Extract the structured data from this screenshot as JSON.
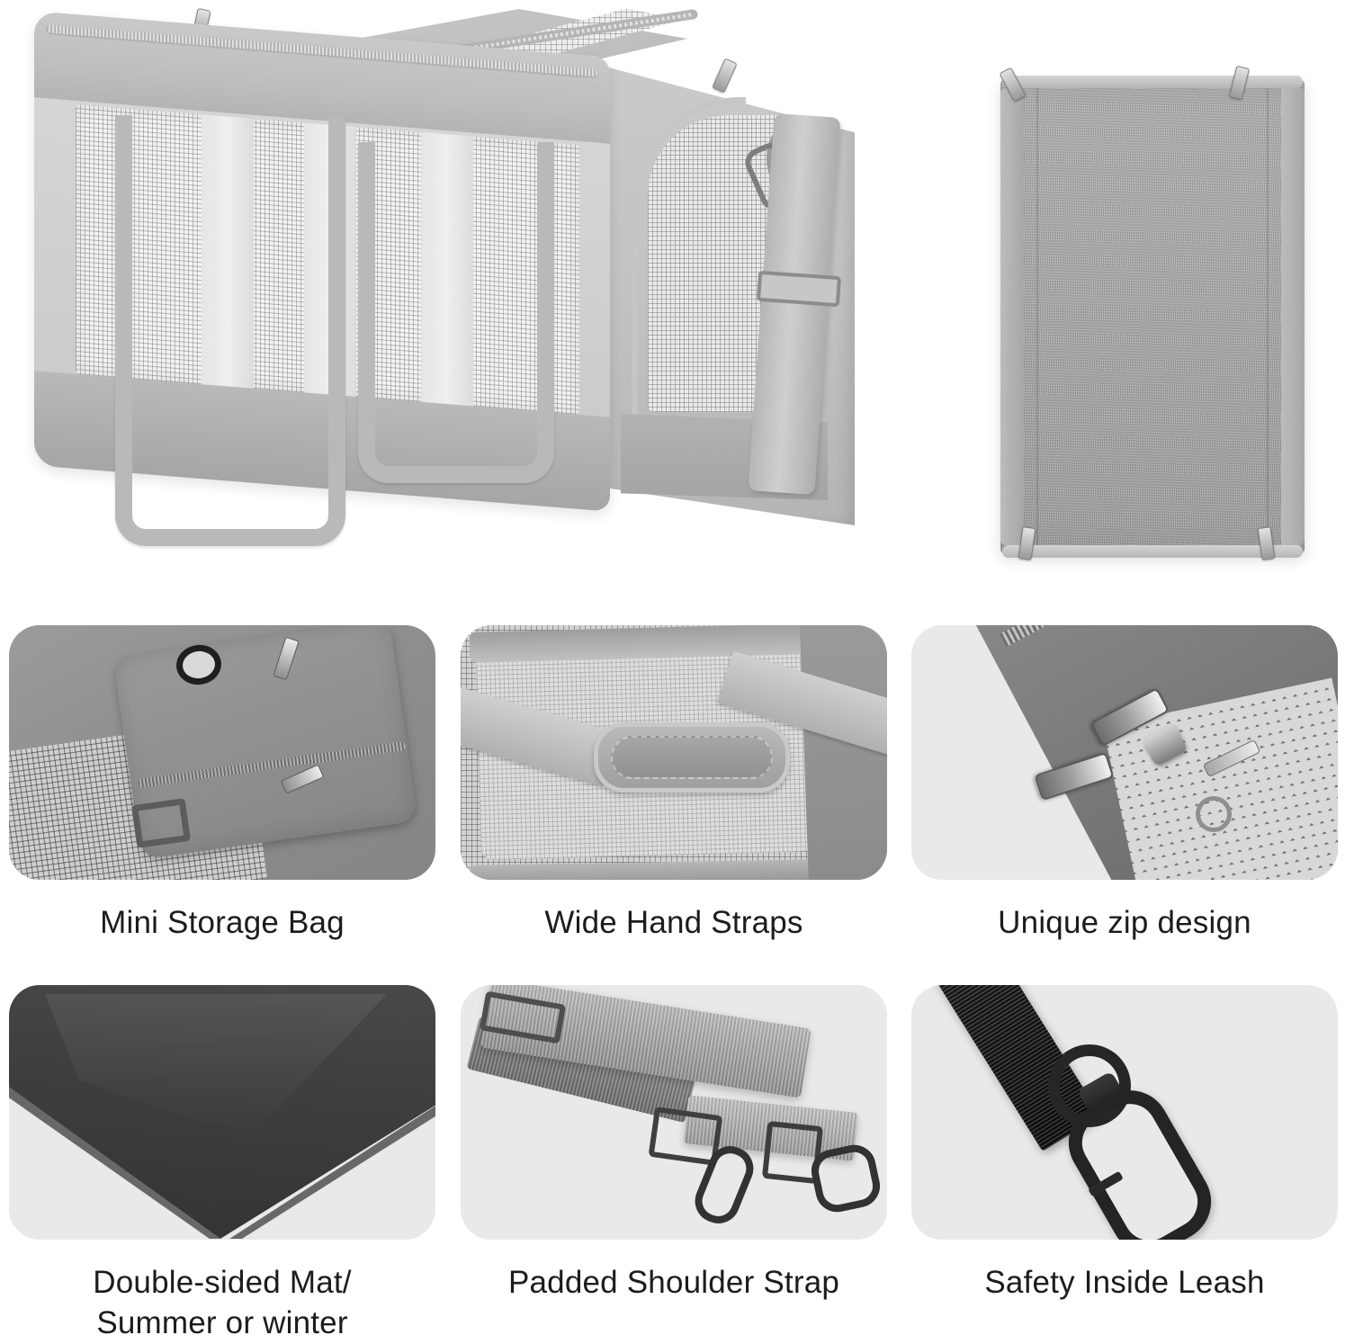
{
  "page": {
    "title": "Pet Carrier Product Feature Sheet",
    "background_color": "#ffffff"
  },
  "hero": {
    "main_product": {
      "name": "Expandable soft-sided pet carrier",
      "color": "#c8c8c8",
      "parts": [
        "mesh ventilation window",
        "wide hand straps",
        "top zipper",
        "side curved zipper",
        "adjustable shoulder strap"
      ]
    },
    "folded_product": {
      "name": "Folded flat pet carrier",
      "color": "#a9a9a9"
    }
  },
  "features": {
    "panel_background": "#e9e9e9",
    "caption_color": "#1c1c1c",
    "items": [
      {
        "caption": "Mini Storage Bag",
        "image_name": "mini-storage-bag-photo"
      },
      {
        "caption": "Wide Hand Straps",
        "image_name": "wide-hand-straps-photo"
      },
      {
        "caption": "Unique zip design",
        "image_name": "unique-zip-design-photo"
      },
      {
        "caption": "Double-sided Mat/\nSummer or winter",
        "image_name": "double-sided-mat-photo"
      },
      {
        "caption": "Padded Shoulder Strap",
        "image_name": "padded-shoulder-strap-photo"
      },
      {
        "caption": "Safety Inside Leash",
        "image_name": "safety-inside-leash-photo"
      }
    ]
  }
}
